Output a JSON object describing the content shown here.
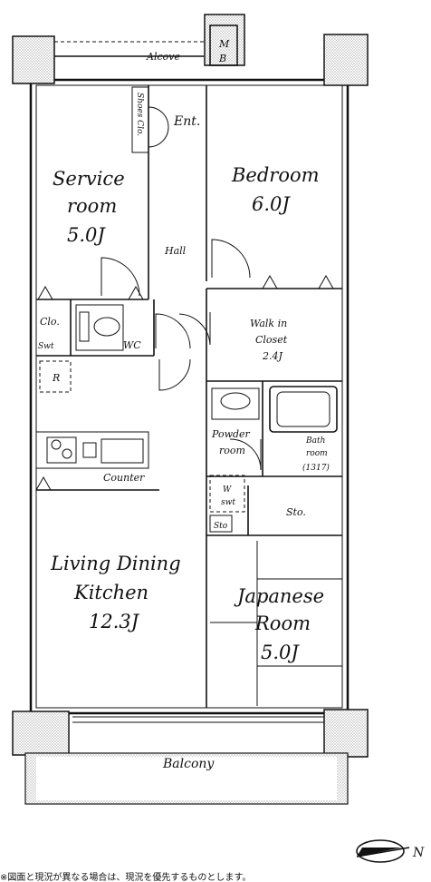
{
  "rooms": {
    "alcove": "Alcove",
    "mb": "M B",
    "shoes_closet": "Shoes Clo.",
    "entrance": "Ent.",
    "service_room": [
      "Service",
      "room",
      "5.0J"
    ],
    "bedroom": [
      "Bedroom",
      "6.0J"
    ],
    "hall": "Hall",
    "closet": "Clo.",
    "switch": "Swt",
    "wc": "WC",
    "walk_in_closet": [
      "Walk in",
      "Closet",
      "2.4J"
    ],
    "refrigerator": "R",
    "powder_room": [
      "Powder",
      "room"
    ],
    "bath_room": [
      "Bath",
      "room",
      "(1317)"
    ],
    "washer": [
      "W",
      "swt"
    ],
    "counter": "Counter",
    "storage": "Sto.",
    "storage_small": "Sto",
    "living_dining_kitchen": [
      "Living Dining",
      "Kitchen",
      "12.3J"
    ],
    "japanese_room": [
      "Japanese",
      "Room",
      "5.0J"
    ],
    "balcony": "Balcony"
  },
  "compass": "N",
  "footnote": "※図面と現況が異なる場合は、現況を優先するものとします。",
  "colors": {
    "line": "#111111",
    "stipple": "#555555",
    "background": "#ffffff"
  }
}
